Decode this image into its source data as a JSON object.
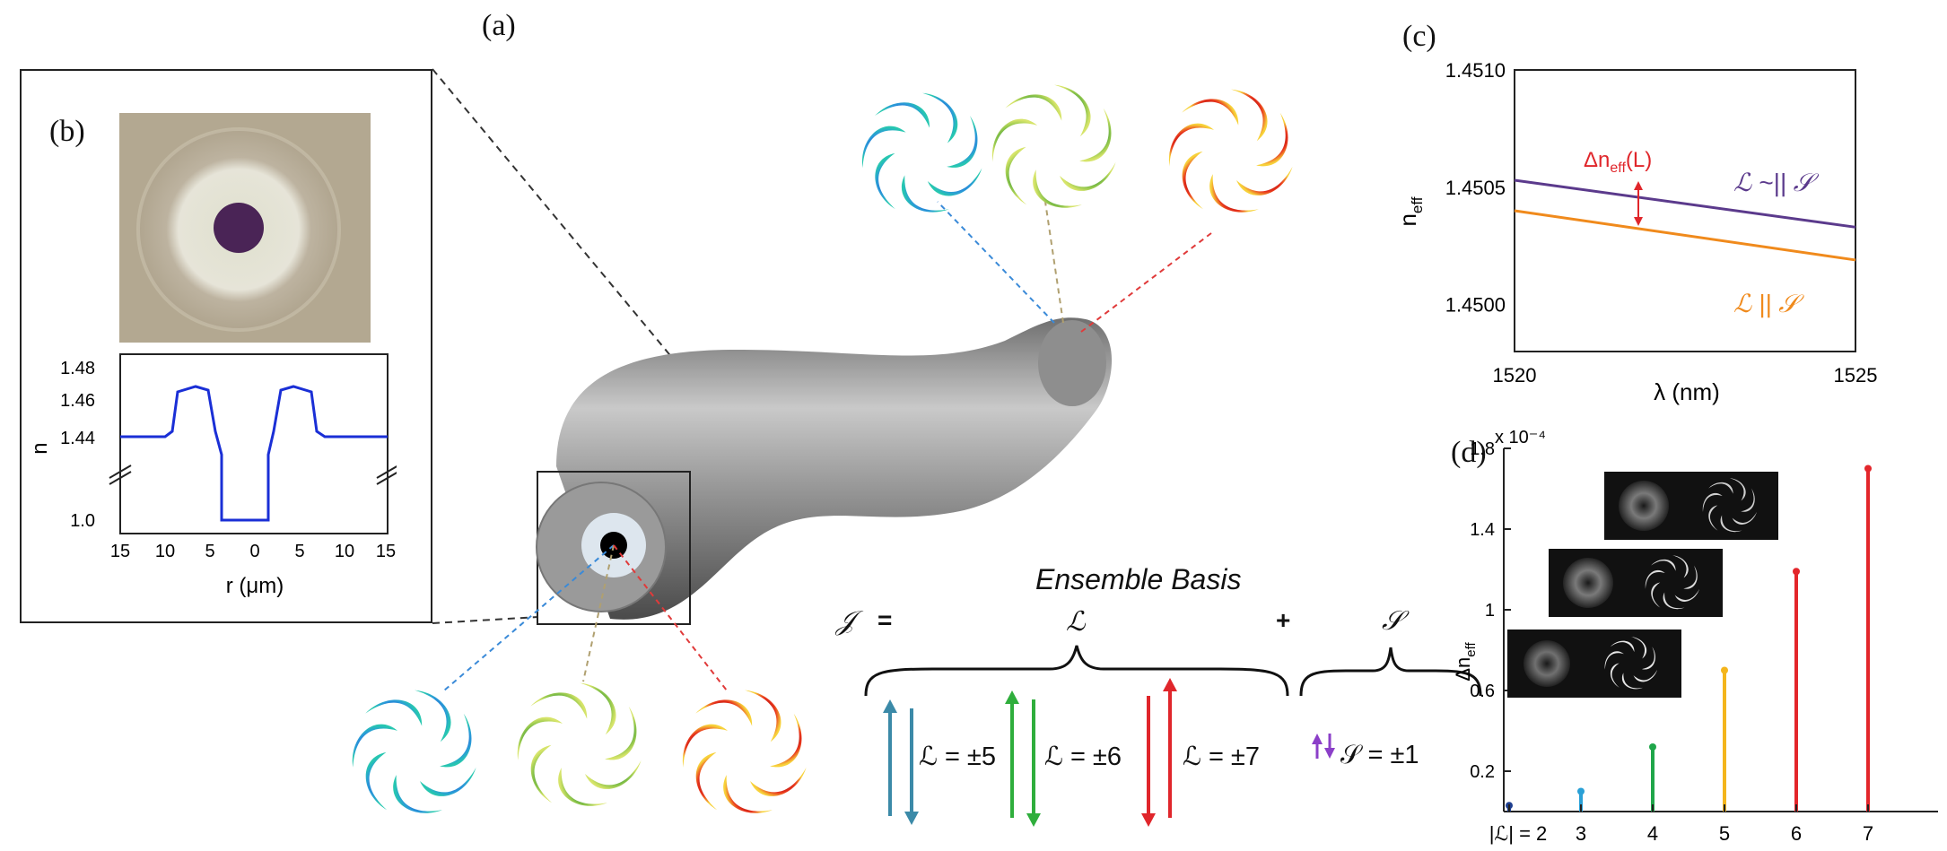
{
  "panels": {
    "a": "(a)",
    "b": "(b)",
    "c": "(c)",
    "d": "(d)"
  },
  "panel_b": {
    "ylabel": "n",
    "xlabel": "r (μm)",
    "yticks": [
      "1.48",
      "1.46",
      "1.44",
      "1.0"
    ],
    "xticks": [
      "15",
      "10",
      "5",
      "0",
      "5",
      "10",
      "15"
    ]
  },
  "panel_a": {
    "ensemble_title": "Ensemble Basis",
    "eq_J": "𝒥",
    "eq_equals": "=",
    "eq_L": "ℒ",
    "eq_plus": "+",
    "eq_S": "𝒮",
    "terms": [
      {
        "text": "ℒ = ±5",
        "color": "#3b8aa8"
      },
      {
        "text": "ℒ = ±6",
        "color": "#2fae3c"
      },
      {
        "text": "ℒ = ±7",
        "color": "#e0262b"
      },
      {
        "text": "𝒮 = ±1",
        "color": "#8b3fc8"
      }
    ]
  },
  "colors": {
    "blue_line": "#1a2fd6",
    "purple": "#5b3a8c",
    "orange": "#f08a1c",
    "red": "#e0262b"
  },
  "chart_data": [
    {
      "panel": "c",
      "type": "line",
      "xlabel": "λ (nm)",
      "ylabel": "n_eff",
      "ylabel_main": "n",
      "ylabel_sub": "eff",
      "xlim": [
        1520,
        1525
      ],
      "ylim": [
        1.4498,
        1.451
      ],
      "xticks": [
        "1520",
        "1525"
      ],
      "yticks": [
        "1.4510",
        "1.4505",
        "1.4500"
      ],
      "annotation_main": "Δn",
      "annotation_sub": "eff",
      "annotation_tail": "(L)",
      "series": [
        {
          "name": "ℒ ~|| 𝒮",
          "x": [
            1520,
            1525
          ],
          "y": [
            1.45053,
            1.45033
          ],
          "color": "#5b3a8c"
        },
        {
          "name": "ℒ || 𝒮",
          "x": [
            1520,
            1525
          ],
          "y": [
            1.4504,
            1.45019
          ],
          "color": "#f08a1c"
        }
      ]
    },
    {
      "panel": "d",
      "type": "bar",
      "xlabel_prefix": "|ℒ| = ",
      "ylabel_main": "Δn",
      "ylabel_sub": "eff",
      "exponent": "x 10⁻⁴",
      "ylim": [
        0,
        1.8
      ],
      "yticks": [
        "1.8",
        "1.4",
        "1",
        "0.6",
        "0.2"
      ],
      "categories": [
        "2",
        "3",
        "4",
        "5",
        "6",
        "7"
      ],
      "values": [
        0.03,
        0.1,
        0.32,
        0.7,
        1.19,
        1.7
      ],
      "colors": [
        "#1f3f8f",
        "#2aa0d6",
        "#1fa64a",
        "#f4b51c",
        "#e3262b",
        "#e3262b"
      ]
    }
  ]
}
